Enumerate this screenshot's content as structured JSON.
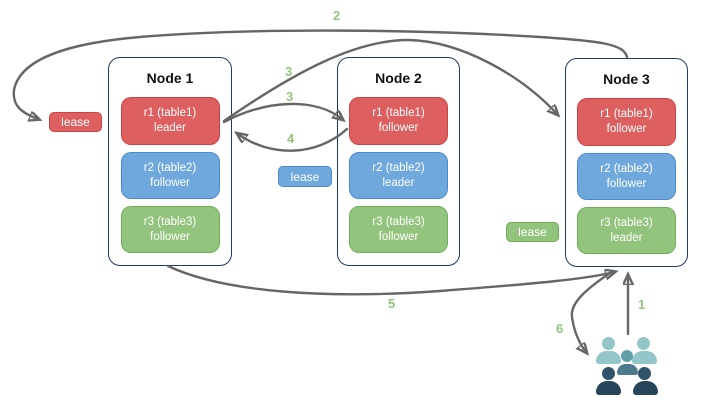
{
  "diagram": {
    "nodes": [
      {
        "title": "Node 1",
        "ranges": [
          {
            "label": "r1 (table1)",
            "role": "leader",
            "color": "red"
          },
          {
            "label": "r2 (table2)",
            "role": "follower",
            "color": "blue"
          },
          {
            "label": "r3 (table3)",
            "role": "follower",
            "color": "green"
          }
        ]
      },
      {
        "title": "Node 2",
        "ranges": [
          {
            "label": "r1 (table1)",
            "role": "follower",
            "color": "red"
          },
          {
            "label": "r2 (table2)",
            "role": "leader",
            "color": "blue"
          },
          {
            "label": "r3 (table3)",
            "role": "follower",
            "color": "green"
          }
        ]
      },
      {
        "title": "Node 3",
        "ranges": [
          {
            "label": "r1 (table1)",
            "role": "follower",
            "color": "red"
          },
          {
            "label": "r2 (table2)",
            "role": "follower",
            "color": "blue"
          },
          {
            "label": "r3 (table3)",
            "role": "leader",
            "color": "green"
          }
        ]
      }
    ],
    "leases": [
      {
        "label": "lease",
        "color": "red"
      },
      {
        "label": "lease",
        "color": "blue"
      },
      {
        "label": "lease",
        "color": "green"
      }
    ],
    "steps": [
      {
        "text": "2"
      },
      {
        "text": "3"
      },
      {
        "text": "3"
      },
      {
        "text": "4"
      },
      {
        "text": "5"
      },
      {
        "text": "1"
      },
      {
        "text": "6"
      }
    ],
    "icons": {
      "users": "users-group-icon"
    },
    "colors": {
      "range_red": "#dd5f5f",
      "range_red_border": "#d04343",
      "range_blue": "#6fa8dc",
      "range_blue_border": "#4a8bc9",
      "range_green": "#93c47d",
      "range_green_border": "#6faf58",
      "node_border": "#1f3a63",
      "arrow": "#666666",
      "step_label": "#93c47d",
      "users_light": "#93c6c8",
      "users_mid": "#5fa0a8",
      "users_mid_body": "#4d7a8d",
      "users_dark_head": "#30536a",
      "users_dark_body": "#26455b"
    }
  }
}
